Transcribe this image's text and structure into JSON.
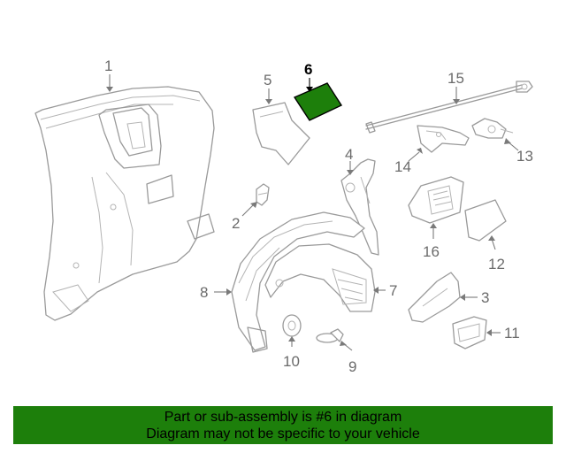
{
  "callouts": [
    "1",
    "2",
    "3",
    "4",
    "5",
    "6",
    "7",
    "8",
    "9",
    "10",
    "11",
    "12",
    "13",
    "14",
    "15",
    "16"
  ],
  "highlight": {
    "part_number": "6",
    "color": "#1d7f0b"
  },
  "footer": {
    "line1": "Part or sub-assembly is #6 in diagram",
    "line2": "Diagram may not be specific to your vehicle",
    "background": "#1d7f0b"
  }
}
